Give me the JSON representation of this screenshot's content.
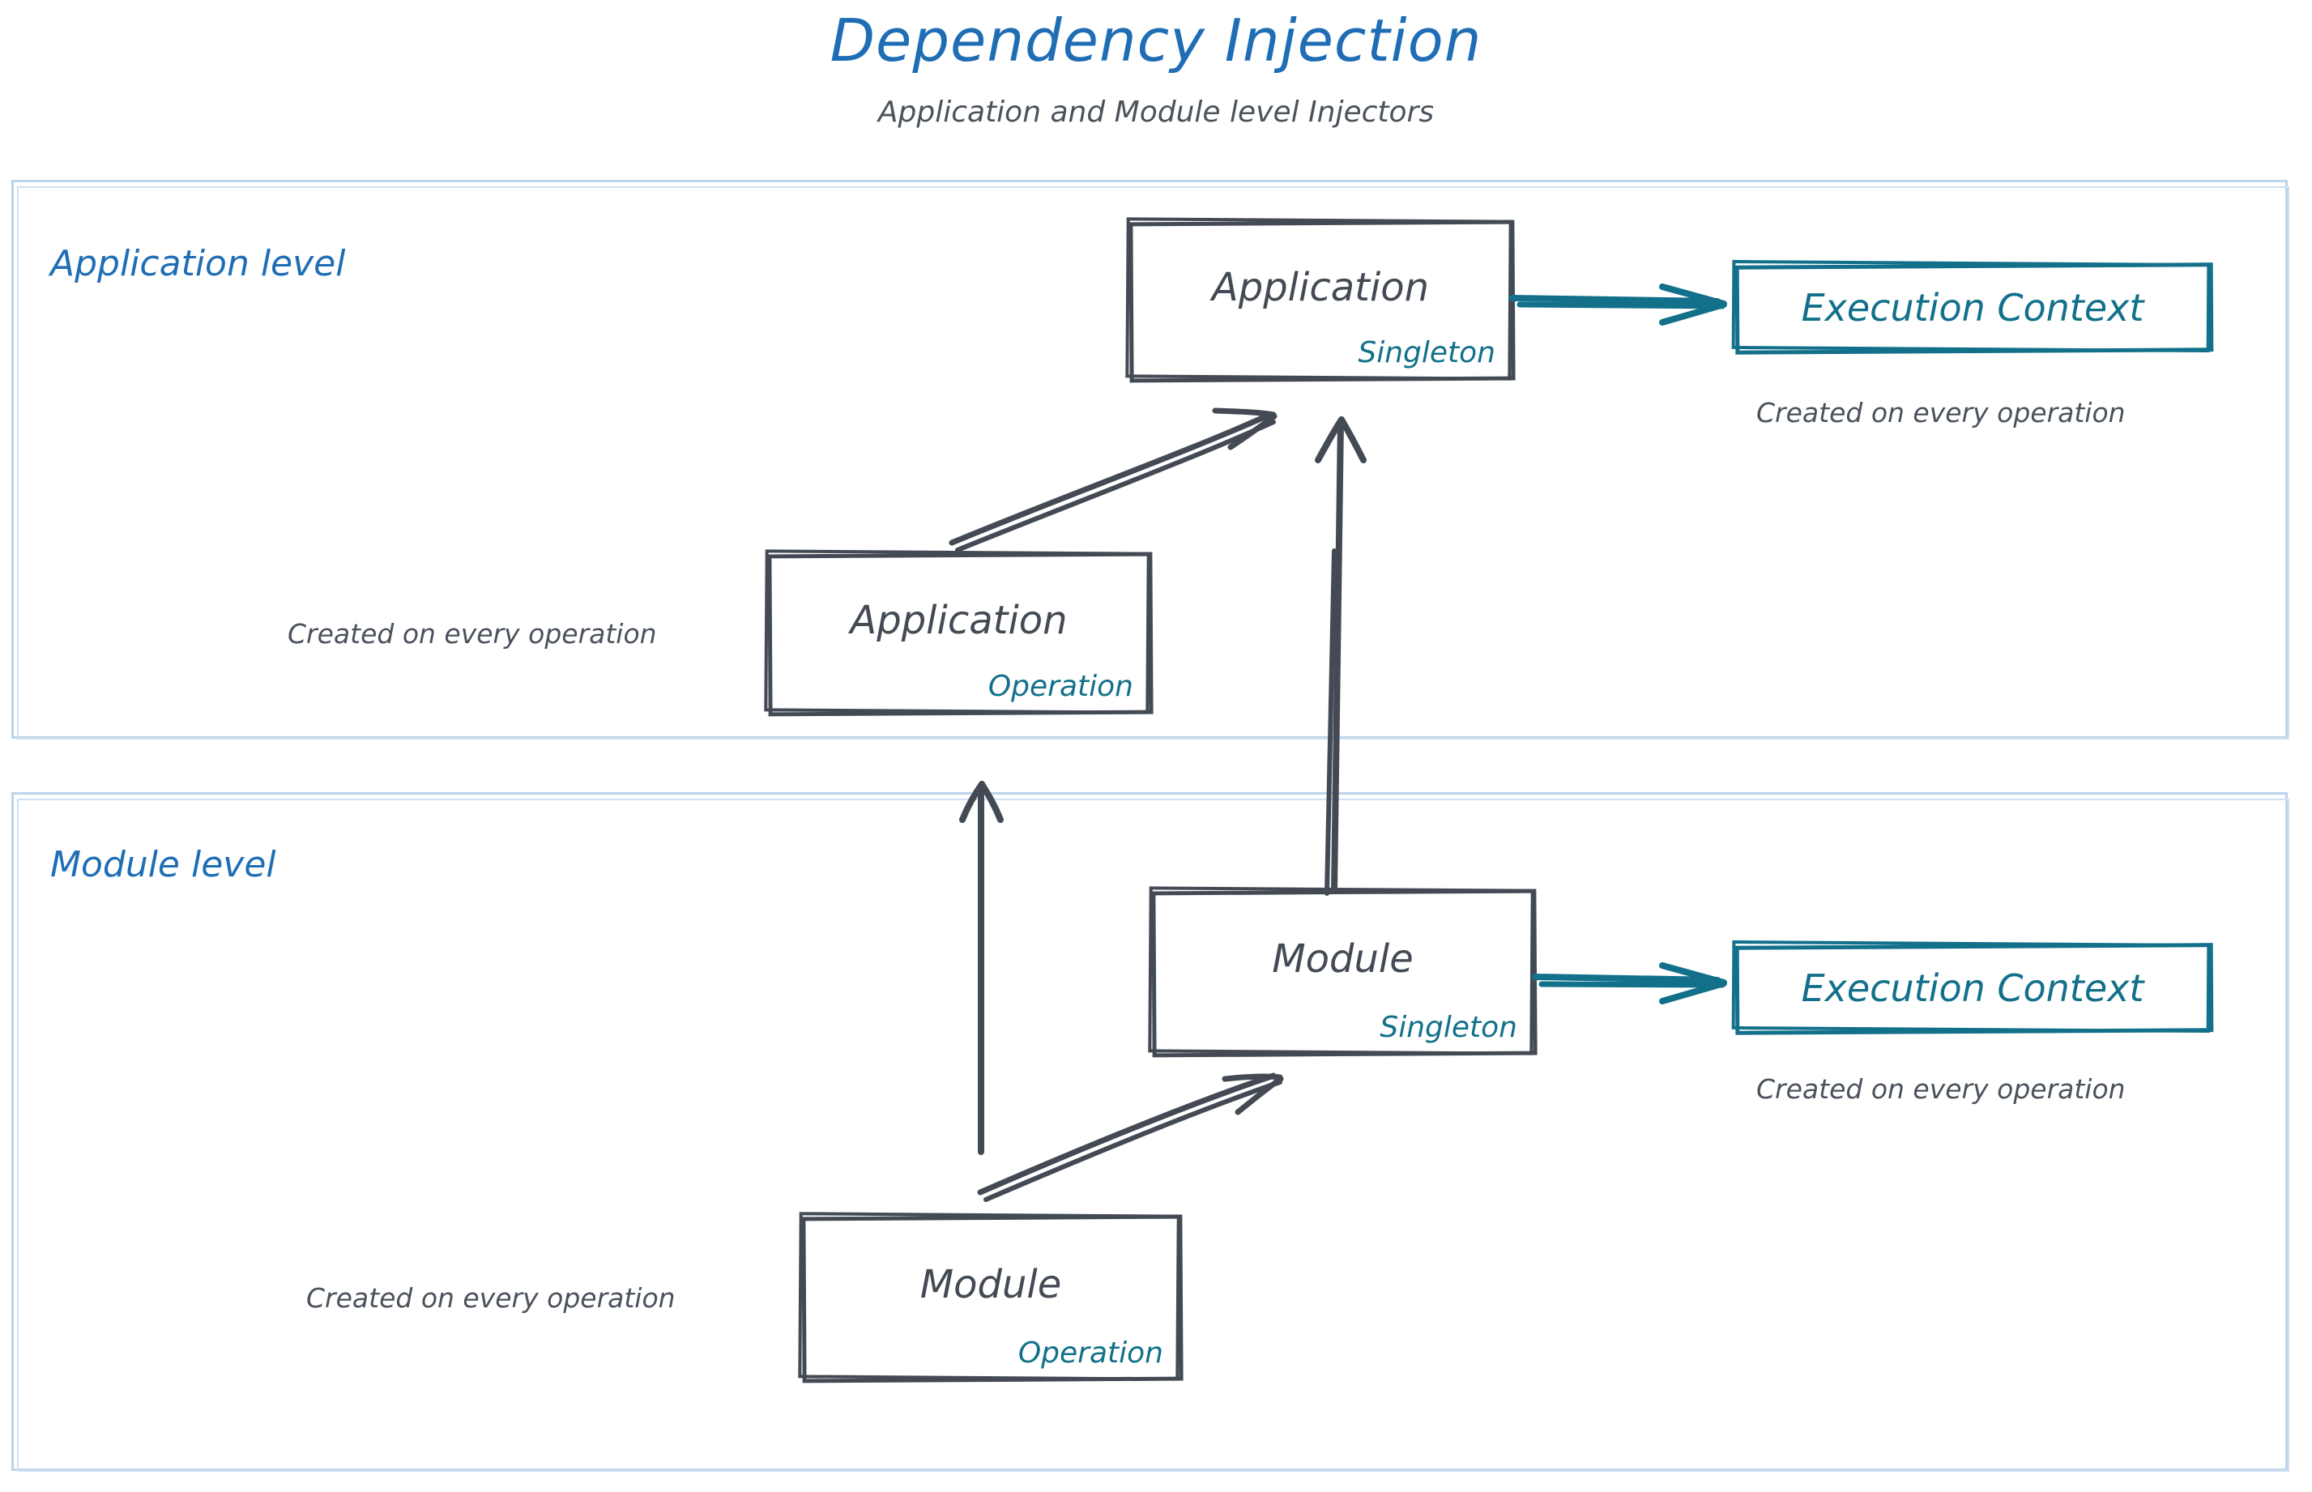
{
  "header": {
    "title": "Dependency Injection",
    "subtitle": "Application and Module level Injectors"
  },
  "colors": {
    "title_blue": "#1f6eb5",
    "level_border": "#bcd4ec",
    "node_ink": "#434a54",
    "scope_teal": "#12708a",
    "caption_gray": "#4a525c"
  },
  "levels": [
    {
      "id": "application-level",
      "label": "Application level",
      "nodes": [
        {
          "id": "application-singleton",
          "name": "Application",
          "scope": "Singleton",
          "style": "dark"
        },
        {
          "id": "application-execution-context",
          "name": "Execution Context",
          "scope": "",
          "style": "teal",
          "caption": "Created on every operation"
        },
        {
          "id": "application-operation",
          "name": "Application",
          "scope": "Operation",
          "style": "dark",
          "caption": "Created on every operation"
        }
      ]
    },
    {
      "id": "module-level",
      "label": "Module level",
      "nodes": [
        {
          "id": "module-singleton",
          "name": "Module",
          "scope": "Singleton",
          "style": "dark"
        },
        {
          "id": "module-execution-context",
          "name": "Execution Context",
          "scope": "",
          "style": "teal",
          "caption": "Created on every operation"
        },
        {
          "id": "module-operation",
          "name": "Module",
          "scope": "Operation",
          "style": "dark",
          "caption": "Created on every operation"
        }
      ]
    }
  ],
  "arrows": [
    {
      "id": "app-operation-to-app-singleton",
      "from": "application-operation",
      "to": "application-singleton",
      "style": "double-ink"
    },
    {
      "id": "app-singleton-to-execution-context",
      "from": "application-singleton",
      "to": "application-execution-context",
      "style": "teal"
    },
    {
      "id": "module-singleton-to-app-singleton",
      "from": "module-singleton",
      "to": "application-singleton",
      "style": "double-ink"
    },
    {
      "id": "module-operation-to-app-operation",
      "from": "module-operation",
      "to": "application-operation",
      "style": "single-ink"
    },
    {
      "id": "module-operation-to-module-singleton",
      "from": "module-operation",
      "to": "module-singleton",
      "style": "double-ink"
    },
    {
      "id": "module-singleton-to-module-execution-context",
      "from": "module-singleton",
      "to": "module-execution-context",
      "style": "teal"
    }
  ]
}
